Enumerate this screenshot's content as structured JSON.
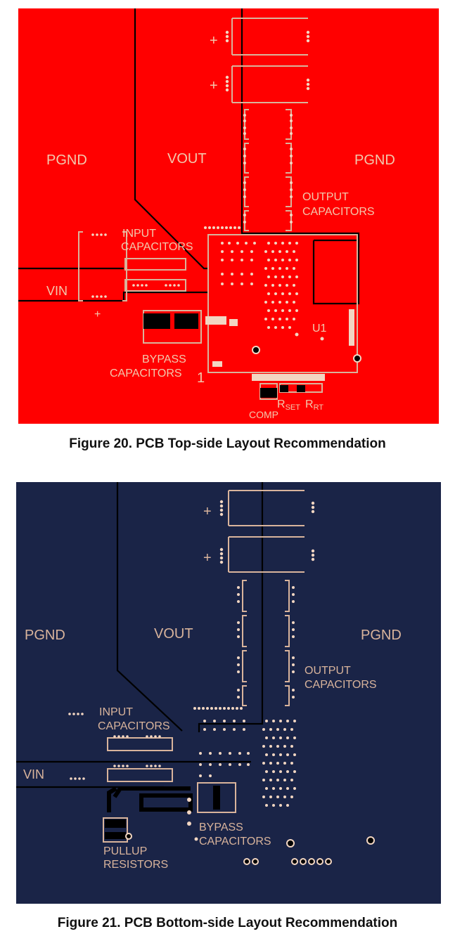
{
  "colors": {
    "top_copper": "#ff0000",
    "bottom_copper": "#1a2447",
    "silk": "#d9b49c",
    "trace": "#000000"
  },
  "figure20": {
    "caption": "Figure 20.  PCB Top-side Layout Recommendation",
    "labels": {
      "pgnd_left": "PGND",
      "vout": "VOUT",
      "pgnd_right": "PGND",
      "output_caps_1": "OUTPUT",
      "output_caps_2": "CAPACITORS",
      "input_caps_1": "INPUT",
      "input_caps_2": "CAPACITORS",
      "vin": "VIN",
      "bypass_1": "BYPASS",
      "bypass_2": "CAPACITORS",
      "u1": "U1",
      "pin1": "1",
      "rset_r": "R",
      "rset_sub": "SET",
      "rrt_r": "R",
      "rrt_sub": "RT",
      "comp": "COMP",
      "plus": "+"
    }
  },
  "figure21": {
    "caption": "Figure 21.  PCB Bottom-side Layout Recommendation",
    "labels": {
      "pgnd_left": "PGND",
      "vout": "VOUT",
      "pgnd_right": "PGND",
      "output_caps_1": "OUTPUT",
      "output_caps_2": "CAPACITORS",
      "input_caps_1": "INPUT",
      "input_caps_2": "CAPACITORS",
      "vin": "VIN",
      "bypass_1": "BYPASS",
      "bypass_2": "CAPACITORS",
      "pullup_1": "PULLUP",
      "pullup_2": "RESISTORS",
      "plus": "+"
    }
  }
}
